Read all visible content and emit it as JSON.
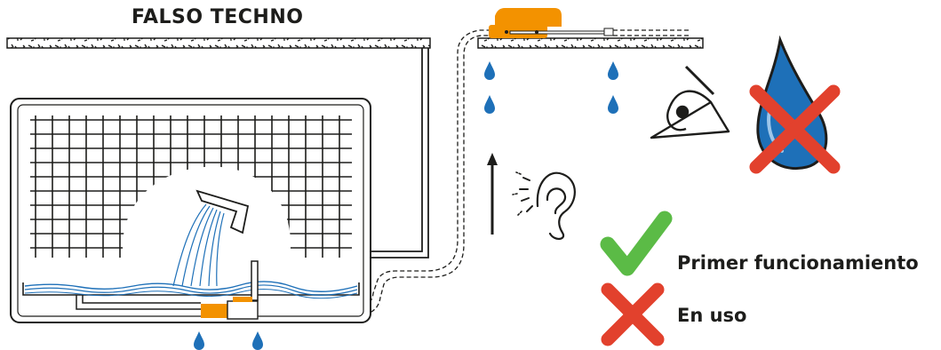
{
  "ceiling": {
    "label": "FALSO TECHNO"
  },
  "legend": {
    "first_use": {
      "label": "Primer funcionamiento",
      "icon": "green-check-icon",
      "color": "#5bbb46"
    },
    "in_use": {
      "label": "En uso",
      "icon": "red-cross-icon",
      "color": "#e2412d"
    }
  },
  "colors": {
    "pump_orange": "#f39200",
    "water_blue": "#1e70b8",
    "line_dark": "#1d1d1b",
    "cross_red": "#e2412d",
    "check_green": "#5bbb46"
  },
  "icons": [
    "eye-icon",
    "ear-icon",
    "water-drop-icon",
    "up-arrow-icon",
    "pump-icon",
    "cross-icon",
    "check-icon"
  ]
}
